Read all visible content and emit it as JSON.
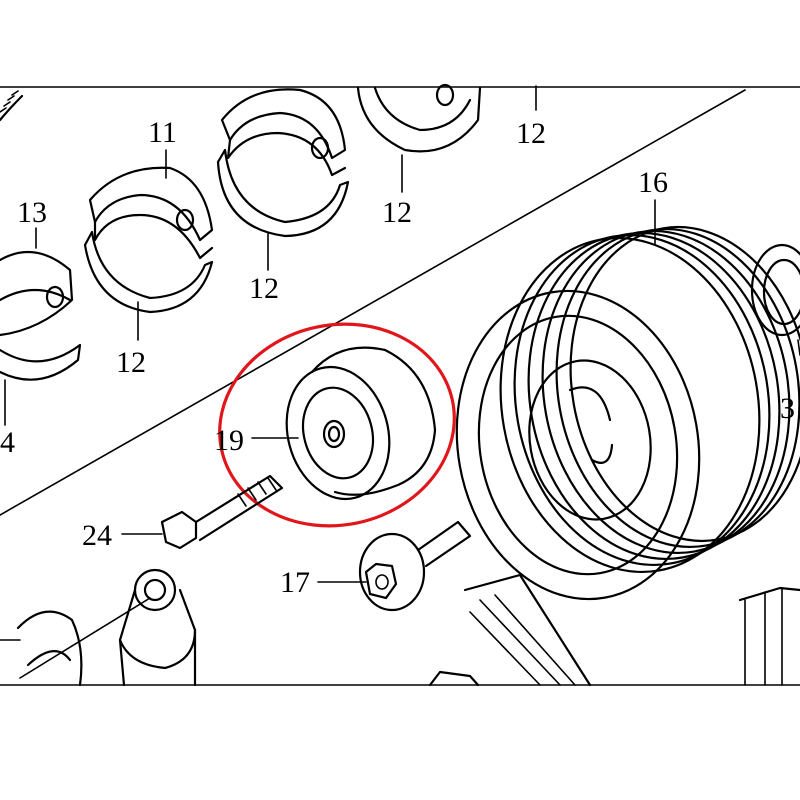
{
  "callouts": {
    "c11": "11",
    "c12a": "12",
    "c12b": "12",
    "c12c": "12",
    "c12d": "12",
    "c13": "13",
    "c14": "4",
    "c16": "16",
    "c17": "17",
    "c19": "19",
    "c24": "24",
    "c3": "3"
  },
  "colors": {
    "line": "#000000",
    "highlight": "#e0161b",
    "background": "#ffffff"
  }
}
